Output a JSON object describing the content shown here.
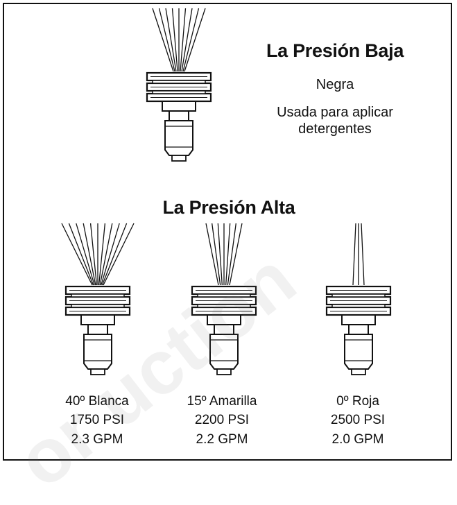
{
  "low_pressure": {
    "title": "La Presión Baja",
    "color_name": "Negra",
    "usage_line1": "Usada para aplicar",
    "usage_line2": "detergentes"
  },
  "high_pressure": {
    "title": "La Presión Alta",
    "tips": [
      {
        "name": "40º Blanca",
        "psi": "1750 PSI",
        "gpm": "2.3 GPM"
      },
      {
        "name": "15º Amarilla",
        "psi": "2200 PSI",
        "gpm": "2.2 GPM"
      },
      {
        "name": "0º Roja",
        "psi": "2500 PSI",
        "gpm": "2.0 GPM"
      }
    ]
  },
  "watermark": "or uction",
  "colors": {
    "line": "#111111",
    "background": "#ffffff"
  }
}
